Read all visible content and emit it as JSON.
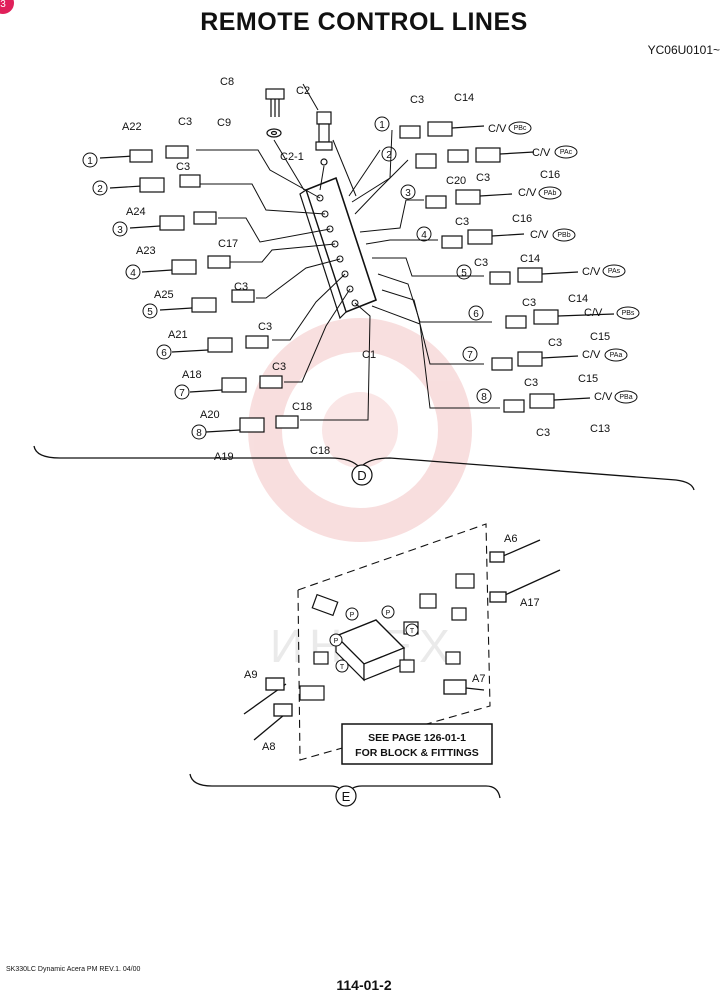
{
  "page": {
    "title": "REMOTE CONTROL LINES",
    "model_code": "YC06U0101~",
    "footer_left": "SK330LC Dynamic Acera PM REV.1. 04/00",
    "page_number": "114-01-2",
    "corner_badge": "3",
    "watermark": "ИНТЕХ"
  },
  "section_d": {
    "marker": "D",
    "top_labels": [
      "C8",
      "C2",
      "C9",
      "C2-1"
    ],
    "block_label": "C1",
    "left_ports": [
      {
        "num": "1",
        "hose": "A22",
        "fitting": "C3"
      },
      {
        "num": "2",
        "hose": "A24",
        "fitting": "C3"
      },
      {
        "num": "3",
        "hose": "A23",
        "fitting": "C17"
      },
      {
        "num": "4",
        "hose": "A25",
        "fitting": "C3"
      },
      {
        "num": "5",
        "hose": "A21",
        "fitting": "C3"
      },
      {
        "num": "6",
        "hose": "A18",
        "fitting": "C3"
      },
      {
        "num": "7",
        "hose": "A20",
        "fitting": "C18"
      },
      {
        "num": "8",
        "hose": "A19",
        "fitting": "C18"
      }
    ],
    "right_ports": [
      {
        "num": "1",
        "fitting": "C3",
        "hose": "C14",
        "cv": "C/V",
        "chip": "PBc"
      },
      {
        "num": "2",
        "fitting": "C20",
        "extra": "C3",
        "hose": "C16",
        "cv": "C/V",
        "chip": "PAc"
      },
      {
        "num": "3",
        "fitting": "C3",
        "hose": "C16",
        "cv": "C/V",
        "chip": "PAb"
      },
      {
        "num": "4",
        "fitting": "C3",
        "hose": "C14",
        "cv": "C/V",
        "chip": "PBb"
      },
      {
        "num": "5",
        "fitting": "C3",
        "hose": "C14",
        "cv": "C/V",
        "chip": "PAs"
      },
      {
        "num": "6",
        "fitting": "C3",
        "hose": "C15",
        "cv": "C/V",
        "chip": "PBs"
      },
      {
        "num": "7",
        "fitting": "C3",
        "hose": "C15",
        "cv": "C/V",
        "chip": "PAa"
      },
      {
        "num": "8",
        "fitting": "C3",
        "hose": "C13",
        "cv": "C/V",
        "chip": "PBa"
      }
    ]
  },
  "section_e": {
    "marker": "E",
    "hose_labels": [
      "A6",
      "A17",
      "A9",
      "A8",
      "A7"
    ],
    "port_labels": [
      "P",
      "P",
      "P",
      "T",
      "T"
    ],
    "note_line1": "SEE PAGE 126-01-1",
    "note_line2": "FOR BLOCK & FITTINGS"
  }
}
